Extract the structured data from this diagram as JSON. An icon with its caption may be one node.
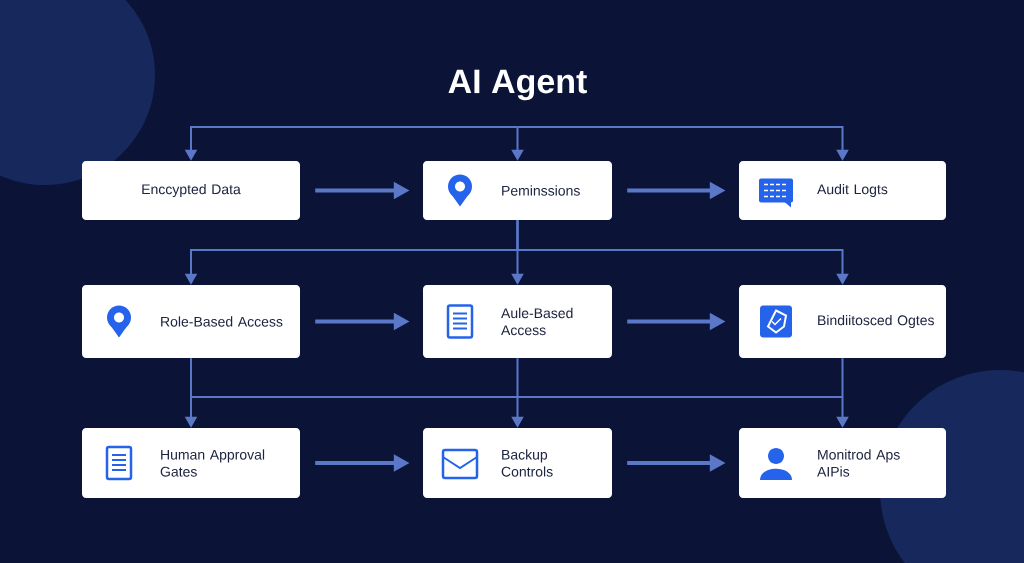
{
  "diagram": {
    "title": "AI Agent",
    "nodes": [
      {
        "text": [
          "Enccypted Data"
        ]
      },
      {
        "text": [
          "Peminssions"
        ]
      },
      {
        "text": [
          "Audit Logts"
        ]
      },
      {
        "text": [
          "Role-Based Access"
        ]
      },
      {
        "text": [
          "Aule-Based Access"
        ]
      },
      {
        "text": [
          "Bindiitosced Ogtes"
        ]
      },
      {
        "text": [
          "Human Approval Gates"
        ]
      },
      {
        "text": [
          "Backup Controls"
        ]
      },
      {
        "text": [
          "Monitrod Aps AIPis"
        ]
      }
    ],
    "edges": [
      {
        "from": null,
        "to": 0,
        "arrow": "to"
      },
      {
        "from": null,
        "to": 1,
        "arrow": "to"
      },
      {
        "from": null,
        "to": 2,
        "arrow": "to"
      },
      {
        "from": 0,
        "to": 1,
        "arrow": "to",
        "style": "thick"
      },
      {
        "from": 1,
        "to": 2,
        "arrow": "to",
        "style": "thick"
      },
      {
        "from": 1,
        "to": 3,
        "arrow": "to"
      },
      {
        "from": 1,
        "to": 4,
        "arrow": "to"
      },
      {
        "from": 1,
        "to": 5,
        "arrow": "to"
      },
      {
        "from": 3,
        "to": 4,
        "arrow": "to",
        "style": "thick"
      },
      {
        "from": 4,
        "to": 5,
        "arrow": "to",
        "style": "thick"
      },
      {
        "from": 3,
        "to": 6,
        "arrow": "to"
      },
      {
        "from": 4,
        "to": 7,
        "arrow": "to"
      },
      {
        "from": 5,
        "to": 8,
        "arrow": "to"
      },
      {
        "from": 6,
        "to": 7,
        "arrow": "to",
        "style": "thick"
      },
      {
        "from": 7,
        "to": 8,
        "arrow": "to",
        "style": "thick"
      }
    ]
  }
}
